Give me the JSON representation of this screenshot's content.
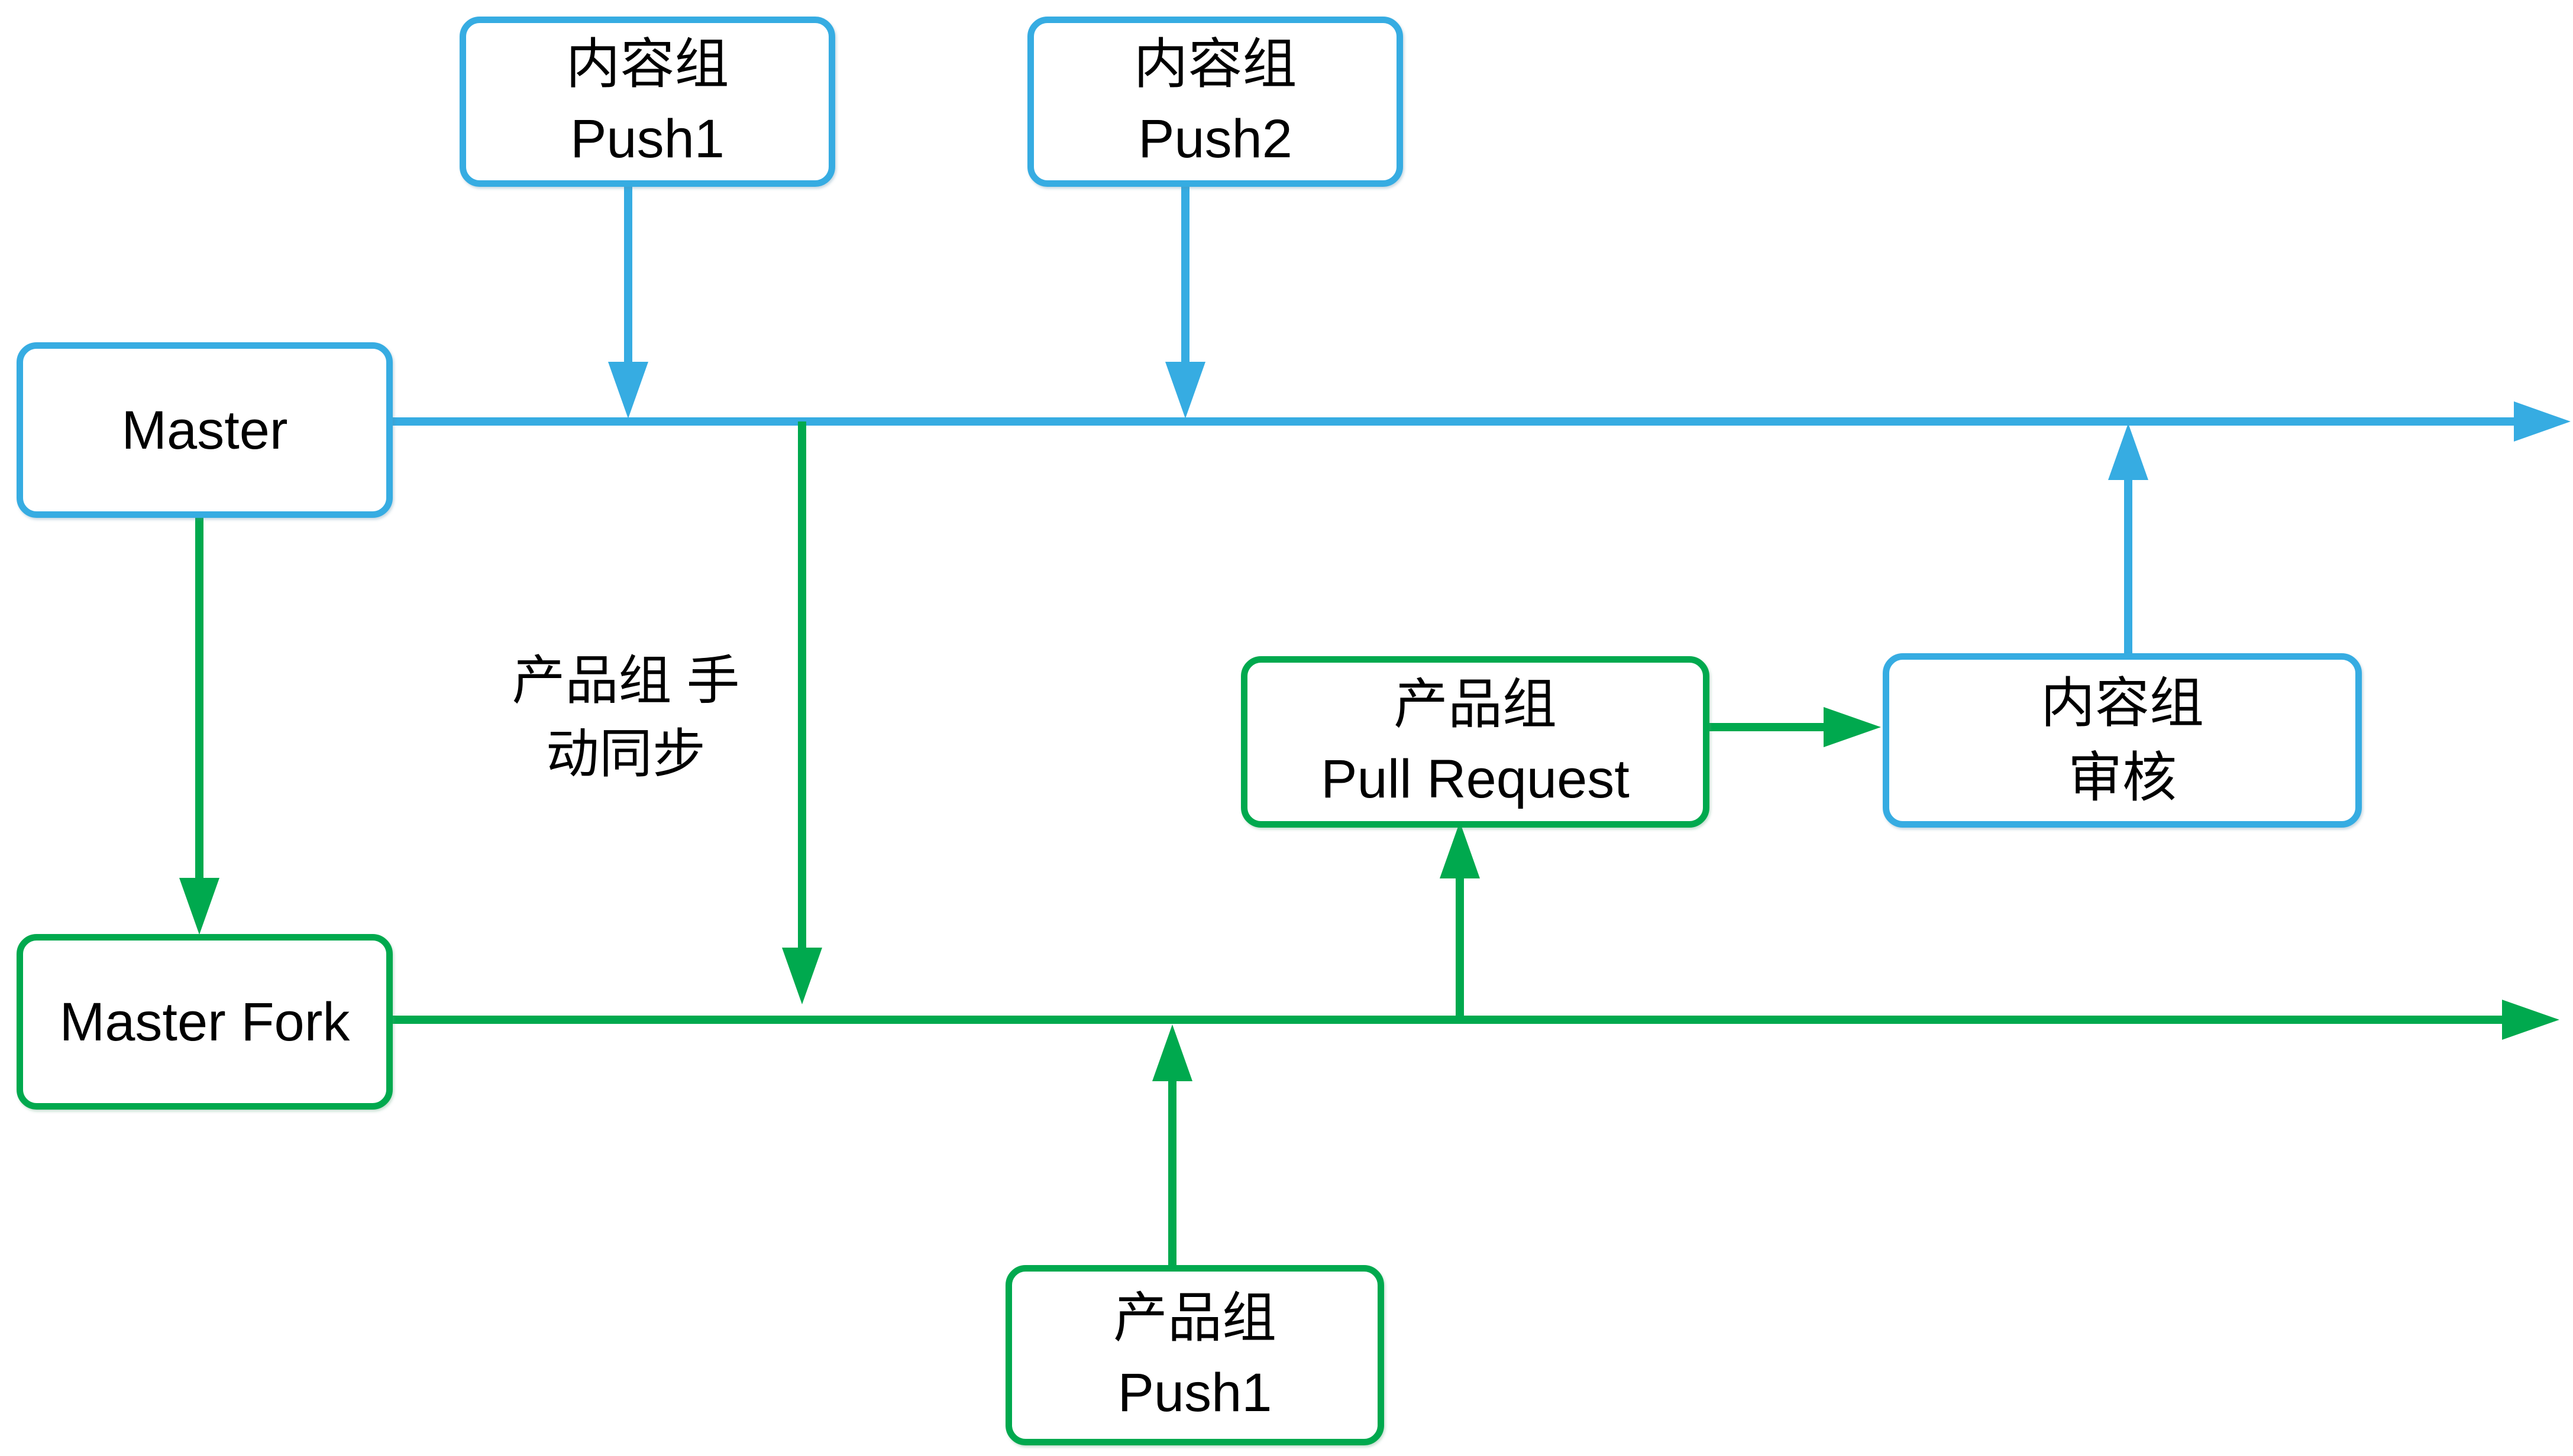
{
  "colors": {
    "master_branch_blue": "#36ACE2",
    "fork_branch_green": "#00A94E",
    "text": "#000000",
    "background": "#FFFFFF"
  },
  "nodes": {
    "content_push1": {
      "line1": "内容组",
      "line2": "Push1"
    },
    "content_push2": {
      "line1": "内容组",
      "line2": "Push2"
    },
    "master": {
      "label": "Master"
    },
    "master_fork": {
      "label": "Master Fork"
    },
    "product_pull_request": {
      "line1": "产品组",
      "line2": "Pull Request"
    },
    "content_review": {
      "line1": "内容组",
      "line2": "审核"
    },
    "product_push1": {
      "line1": "产品组",
      "line2": "Push1"
    }
  },
  "labels": {
    "manual_sync": {
      "line1": "产品组",
      "line2": "手动同步"
    }
  }
}
